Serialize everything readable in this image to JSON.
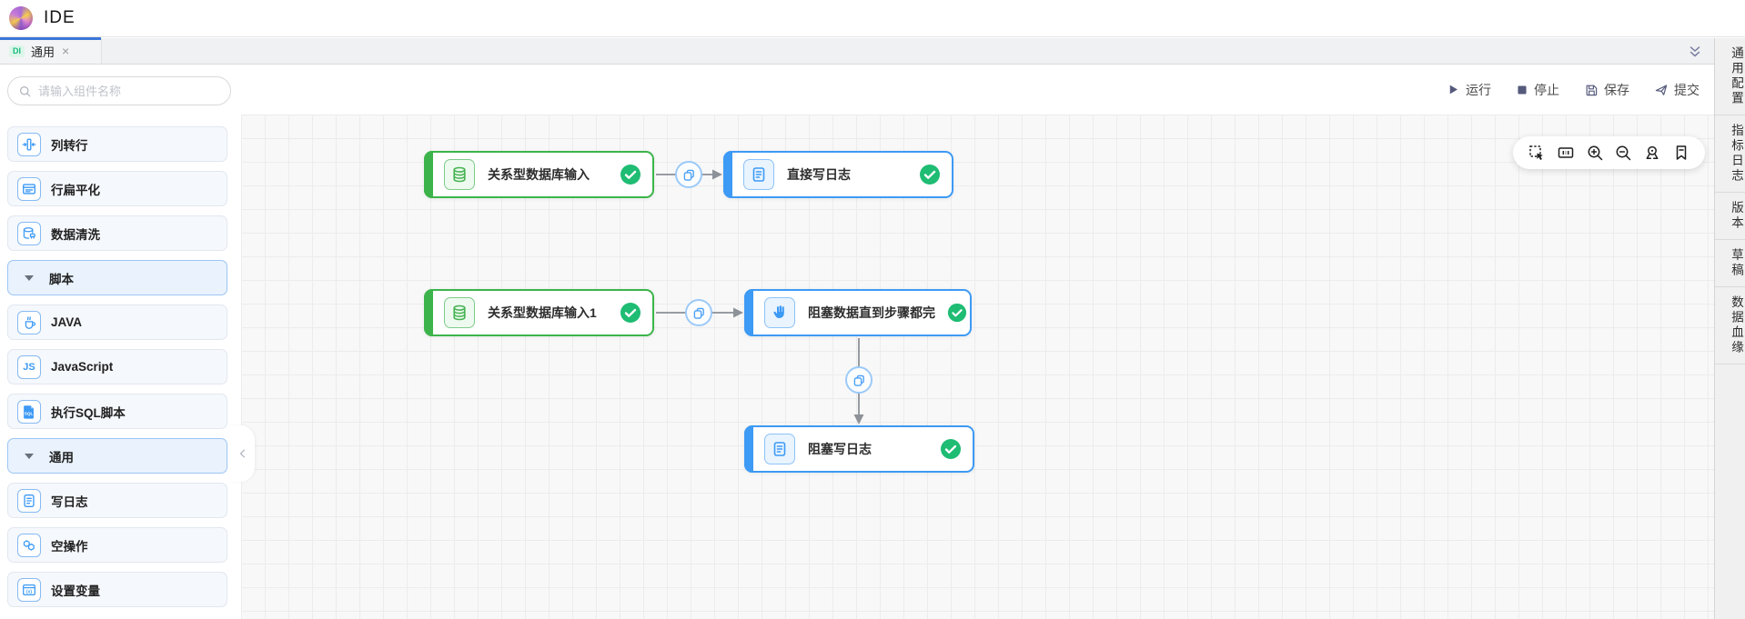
{
  "header": {
    "title": "IDE"
  },
  "tabs": {
    "active": {
      "badge": "DI",
      "label": "通用",
      "close": "×"
    }
  },
  "sidebar": {
    "search_placeholder": "请输入组件名称",
    "items": [
      {
        "type": "component",
        "label": "列转行",
        "icon": "column-to-row-icon"
      },
      {
        "type": "component",
        "label": "行扁平化",
        "icon": "row-flatten-icon"
      },
      {
        "type": "component",
        "label": "数据清洗",
        "icon": "data-clean-icon"
      },
      {
        "type": "group",
        "label": "脚本"
      },
      {
        "type": "component",
        "label": "JAVA",
        "icon": "java-icon"
      },
      {
        "type": "component",
        "label": "JavaScript",
        "icon": "javascript-icon"
      },
      {
        "type": "component",
        "label": "执行SQL脚本",
        "icon": "sql-script-icon"
      },
      {
        "type": "group",
        "label": "通用"
      },
      {
        "type": "component",
        "label": "写日志",
        "icon": "write-log-icon"
      },
      {
        "type": "component",
        "label": "空操作",
        "icon": "noop-icon"
      },
      {
        "type": "component",
        "label": "设置变量",
        "icon": "set-variable-icon"
      }
    ]
  },
  "actions": {
    "run": "运行",
    "stop": "停止",
    "save": "保存",
    "submit": "提交"
  },
  "flow": {
    "nodes": [
      {
        "label": "关系型数据库输入",
        "icon": "database-icon",
        "accent": "green",
        "status": "success"
      },
      {
        "label": "直接写日志",
        "icon": "write-log-icon",
        "accent": "blue",
        "status": "success"
      },
      {
        "label": "关系型数据库输入1",
        "icon": "database-icon",
        "accent": "green",
        "status": "success"
      },
      {
        "label": "阻塞数据直到步骤都完",
        "icon": "block-hand-icon",
        "accent": "blue",
        "status": "success"
      },
      {
        "label": "阻塞写日志",
        "icon": "write-log-icon",
        "accent": "blue",
        "status": "success"
      }
    ],
    "edges": [
      {
        "from": "关系型数据库输入",
        "to": "直接写日志",
        "connector": "copy-icon"
      },
      {
        "from": "关系型数据库输入1",
        "to": "阻塞数据直到步骤都完",
        "connector": "copy-icon"
      },
      {
        "from": "阻塞数据直到步骤都完",
        "to": "阻塞写日志",
        "connector": "copy-icon"
      }
    ]
  },
  "canvas_toolbar": {
    "icons": [
      "marquee-select-icon",
      "one-to-one-icon",
      "zoom-in-icon",
      "zoom-out-icon",
      "locate-icon",
      "bookmark-icon"
    ]
  },
  "right_panel": {
    "tabs": [
      "通用配置",
      "指标日志",
      "版本",
      "草稿",
      "数据血缘"
    ]
  },
  "icon_texts": {
    "js": "JS",
    "sql": "SQL",
    "var": "(x)"
  },
  "colors": {
    "accent_blue": "#3d9af5",
    "node_green": "#3cb44b",
    "check_green": "#1fbc73",
    "tab_indicator": "#3a76d8",
    "slate_icon": "#555a7c"
  }
}
